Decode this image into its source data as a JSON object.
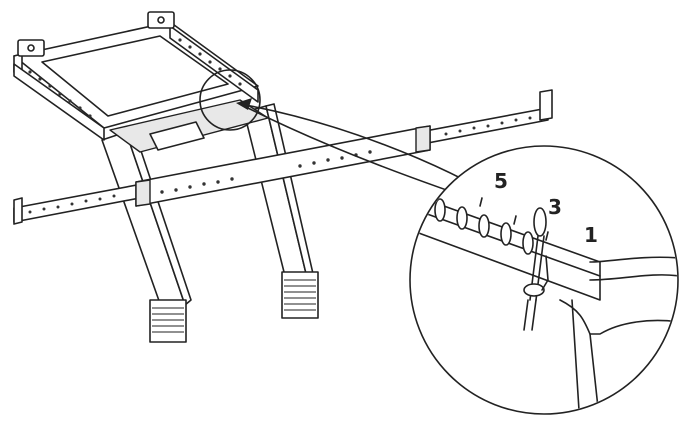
{
  "detail": {
    "position_labels": [
      "5",
      "3",
      "1"
    ]
  },
  "colors": {
    "line": "#222222",
    "background": "#ffffff"
  }
}
